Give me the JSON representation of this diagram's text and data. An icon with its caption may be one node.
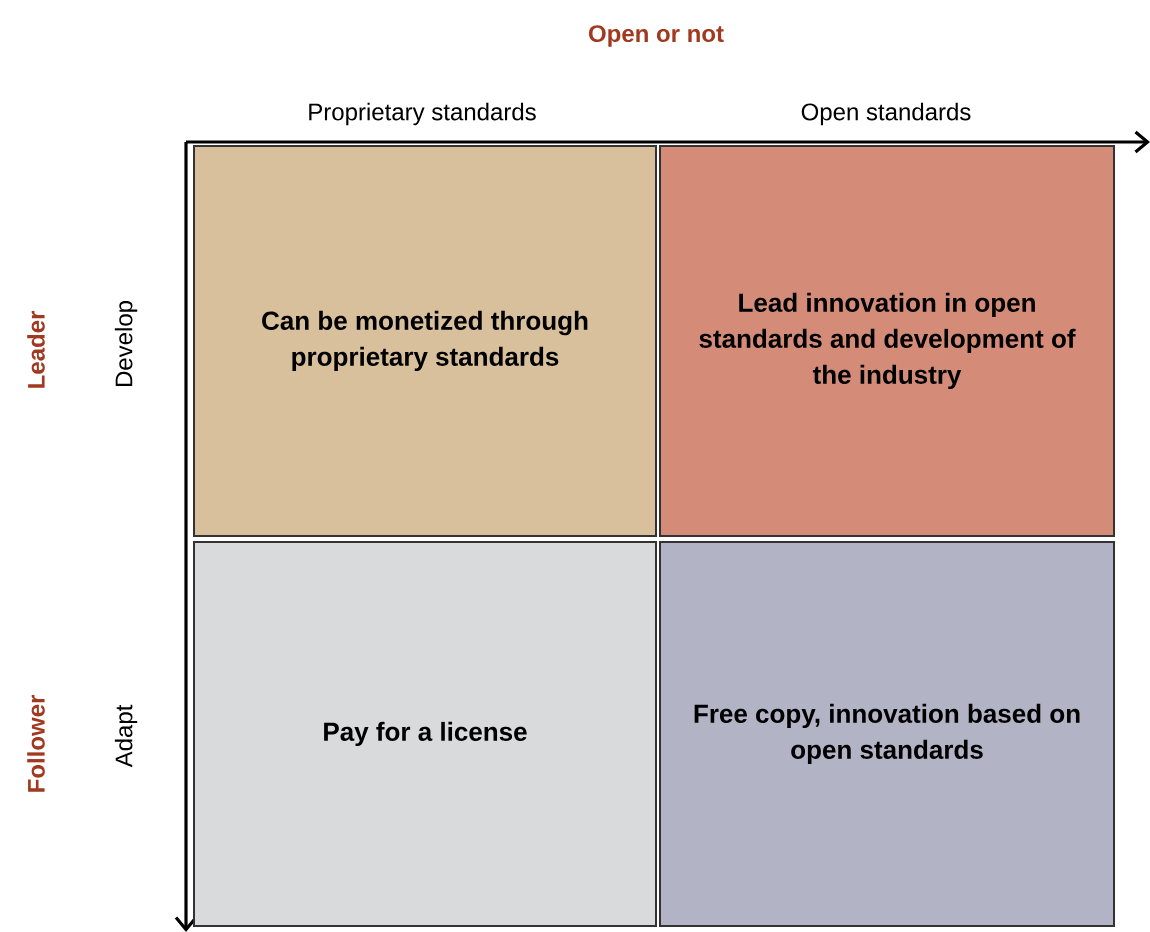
{
  "diagram": {
    "nodes": [
      {
        "text": [
          "Can be monetized through proprietary standards"
        ]
      },
      {
        "text": [
          "Lead innovation in open standards and development of the industry"
        ]
      },
      {
        "text": [
          "Pay for a license"
        ]
      },
      {
        "text": [
          "Free copy, innovation based on open standards"
        ]
      }
    ],
    "labels": [
      "Open or not",
      "Proprietary standards",
      "Open standards",
      "Leader",
      "Develop",
      "Follower",
      "Adapt"
    ]
  }
}
